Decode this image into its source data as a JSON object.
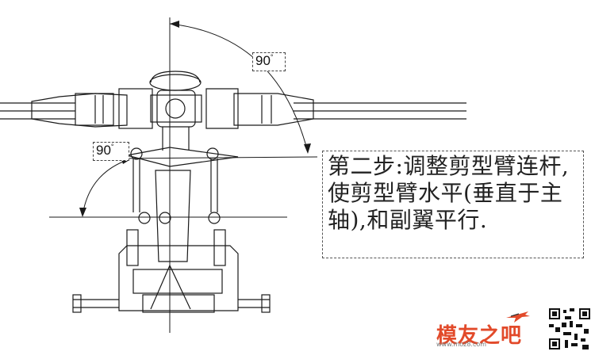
{
  "angles": {
    "top": {
      "value": "90",
      "unit": "°"
    },
    "left": {
      "value": "90",
      "unit": "°"
    }
  },
  "note": {
    "text": "第二步:调整剪型臂连杆,使剪型臂水平(垂直于主轴),和副翼平行."
  },
  "watermark": {
    "brand": "模友之吧",
    "url": "www.moz8.com"
  },
  "colors": {
    "line": "#1a1a1a",
    "note_text": "#222222",
    "brand": "#e24a2a"
  }
}
